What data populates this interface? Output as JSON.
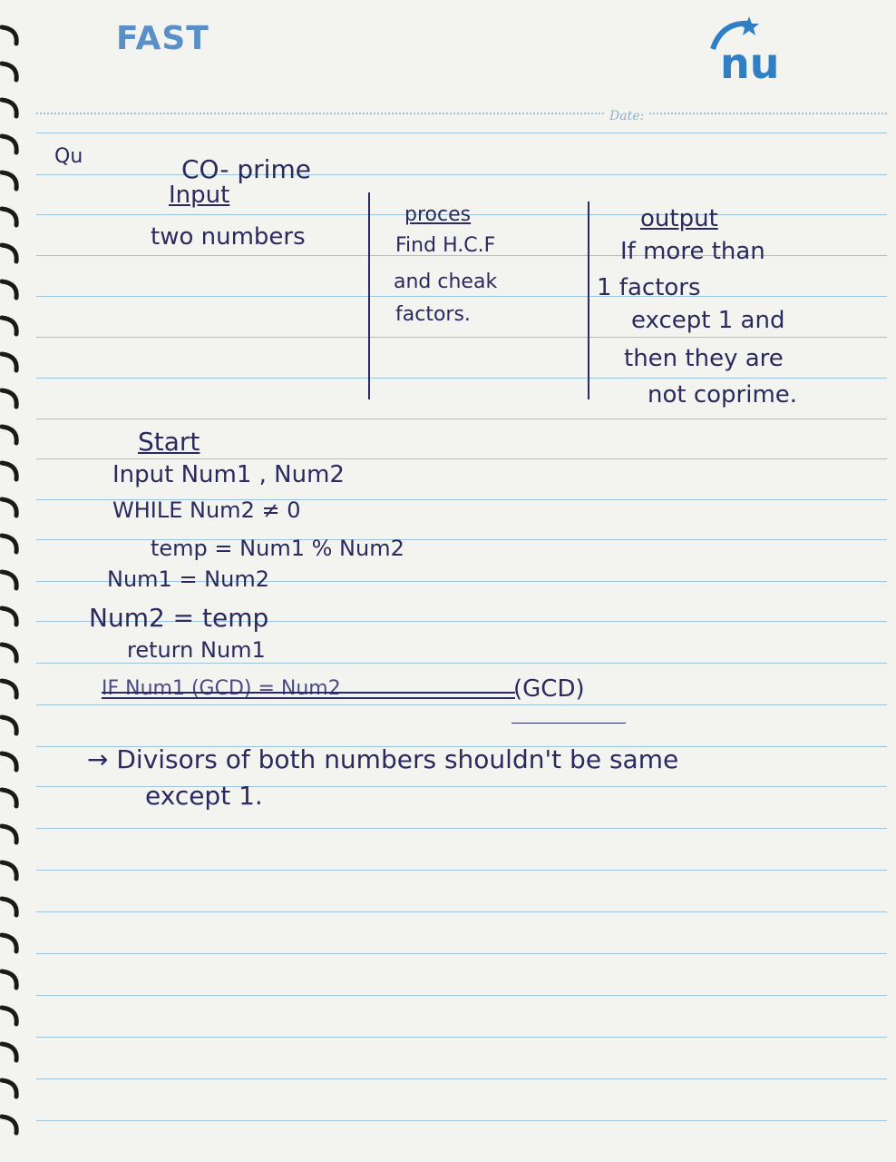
{
  "header": {
    "brand_left": "FAST",
    "brand_right": "nu",
    "date_label": "Date:"
  },
  "question": {
    "marker": "Qu",
    "title": "CO- prime"
  },
  "table": {
    "input": {
      "heading": "Input",
      "lines": [
        "two numbers"
      ]
    },
    "process": {
      "heading": "proces",
      "lines": [
        "Find H.C.F",
        "and cheak",
        "factors."
      ]
    },
    "output": {
      "heading": "output",
      "lines": [
        "If more than",
        "1 factors",
        "except 1 and",
        "then they are",
        "not coprime."
      ]
    }
  },
  "algorithm": {
    "lines": [
      "Start",
      "Input Num1 , Num2",
      "WHILE Num2 ≠ 0",
      "temp = Num1 % Num2",
      "Num1 = Num2",
      "Num2 = temp",
      "return Num1"
    ],
    "struck_line": "IF Num1 (GCD) = Num2",
    "struck_tail": "(GCD)"
  },
  "note": {
    "line1": "→ Divisors of both numbers shouldn't be same",
    "line2": "except 1."
  },
  "colors": {
    "ink": "#2a2a5e",
    "ruling": "#9cc5dd",
    "brand": "#5b8fc8",
    "paper": "#f3f3f0"
  }
}
